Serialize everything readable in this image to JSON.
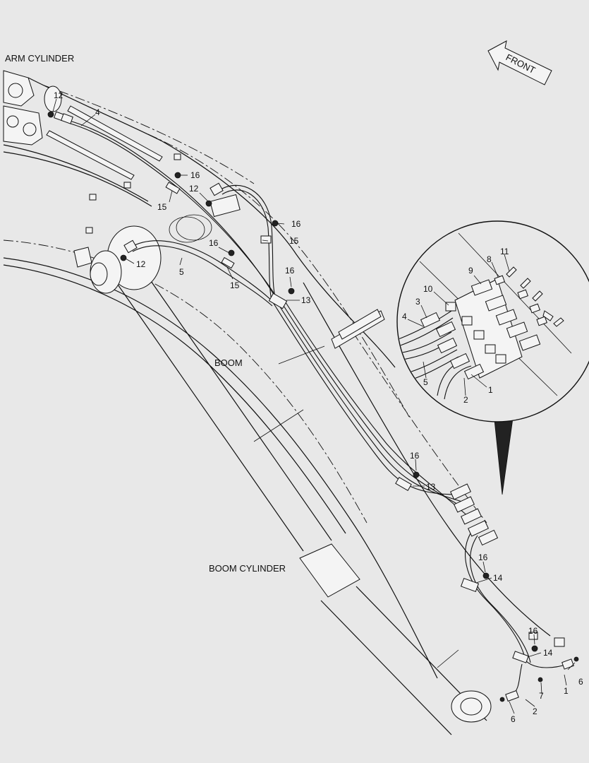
{
  "labels": {
    "arm_cylinder": "ARM CYLINDER",
    "front": "FRONT",
    "boom": "BOOM",
    "boom_cylinder": "BOOM CYLINDER"
  },
  "callouts": {
    "c1": "1",
    "c2": "2",
    "c3": "3",
    "c4": "4",
    "c5": "5",
    "c6": "6",
    "c7": "7",
    "c8": "8",
    "c9": "9",
    "c10": "10",
    "c11": "11",
    "c12": "12",
    "c13": "13",
    "c14": "14",
    "c15": "15",
    "c16": "16"
  }
}
